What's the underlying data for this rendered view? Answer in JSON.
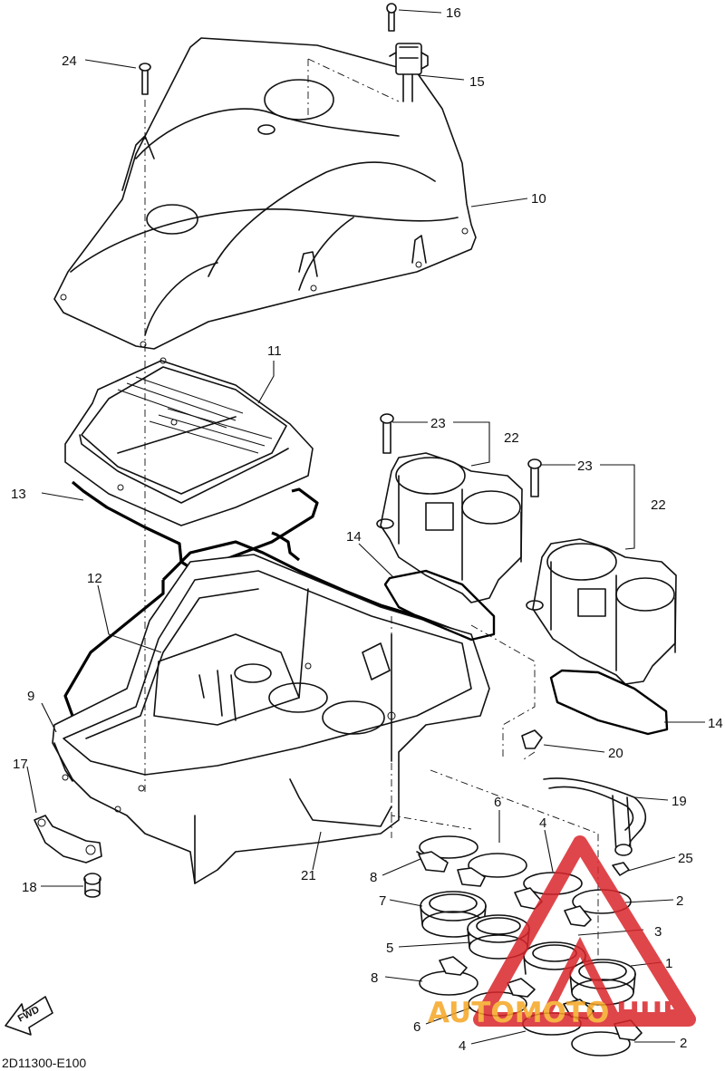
{
  "diagram": {
    "code": "2D11300-E100",
    "forward_label": "FWD",
    "callouts": [
      {
        "id": "c16",
        "label": "16"
      },
      {
        "id": "c15",
        "label": "15"
      },
      {
        "id": "c24",
        "label": "24"
      },
      {
        "id": "c10",
        "label": "10"
      },
      {
        "id": "c11",
        "label": "11"
      },
      {
        "id": "c23a",
        "label": "23"
      },
      {
        "id": "c22a",
        "label": "22"
      },
      {
        "id": "c23b",
        "label": "23"
      },
      {
        "id": "c22b",
        "label": "22"
      },
      {
        "id": "c13",
        "label": "13"
      },
      {
        "id": "c14a",
        "label": "14"
      },
      {
        "id": "c12",
        "label": "12"
      },
      {
        "id": "c9",
        "label": "9"
      },
      {
        "id": "c14b",
        "label": "14"
      },
      {
        "id": "c20",
        "label": "20"
      },
      {
        "id": "c17",
        "label": "17"
      },
      {
        "id": "c19",
        "label": "19"
      },
      {
        "id": "c21",
        "label": "21"
      },
      {
        "id": "c6a",
        "label": "6"
      },
      {
        "id": "c4a",
        "label": "4"
      },
      {
        "id": "c25",
        "label": "25"
      },
      {
        "id": "c8a",
        "label": "8"
      },
      {
        "id": "c18",
        "label": "18"
      },
      {
        "id": "c7",
        "label": "7"
      },
      {
        "id": "c2a",
        "label": "2"
      },
      {
        "id": "c3",
        "label": "3"
      },
      {
        "id": "c5",
        "label": "5"
      },
      {
        "id": "c1",
        "label": "1"
      },
      {
        "id": "c8b",
        "label": "8"
      },
      {
        "id": "c6b",
        "label": "6"
      },
      {
        "id": "c4b",
        "label": "4"
      },
      {
        "id": "c2b",
        "label": "2"
      }
    ]
  },
  "watermark": {
    "text_left": "AUTOMOTO",
    "text_right": "HUB",
    "color_orange": "#f5a623",
    "color_red": "#d9262b"
  }
}
